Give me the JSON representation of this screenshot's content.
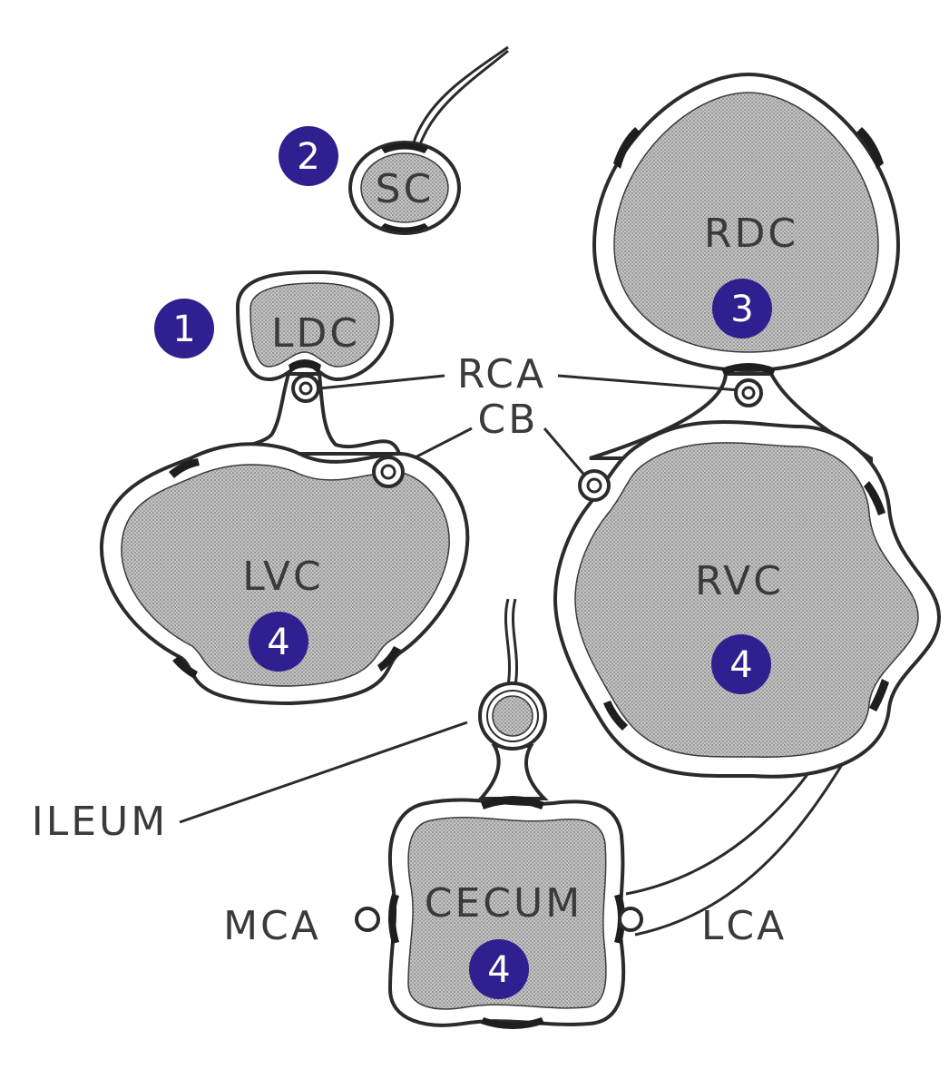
{
  "labels": {
    "sc": "SC",
    "ldc": "LDC",
    "rdc": "RDC",
    "lvc": "LVC",
    "rvc": "RVC",
    "cecum": "CECUM",
    "rca": "RCA",
    "cb": "CB",
    "ileum": "ILEUM",
    "mca": "MCA",
    "lca": "LCA"
  },
  "badges": {
    "ldc": "1",
    "sc": "2",
    "rdc": "3",
    "lvc": "4",
    "rvc": "4",
    "cecum": "4"
  },
  "colors": {
    "badge_fill": "#2f1f8f",
    "lumen_stipple": "#b9b9b9",
    "outline": "#2b2b2b"
  }
}
